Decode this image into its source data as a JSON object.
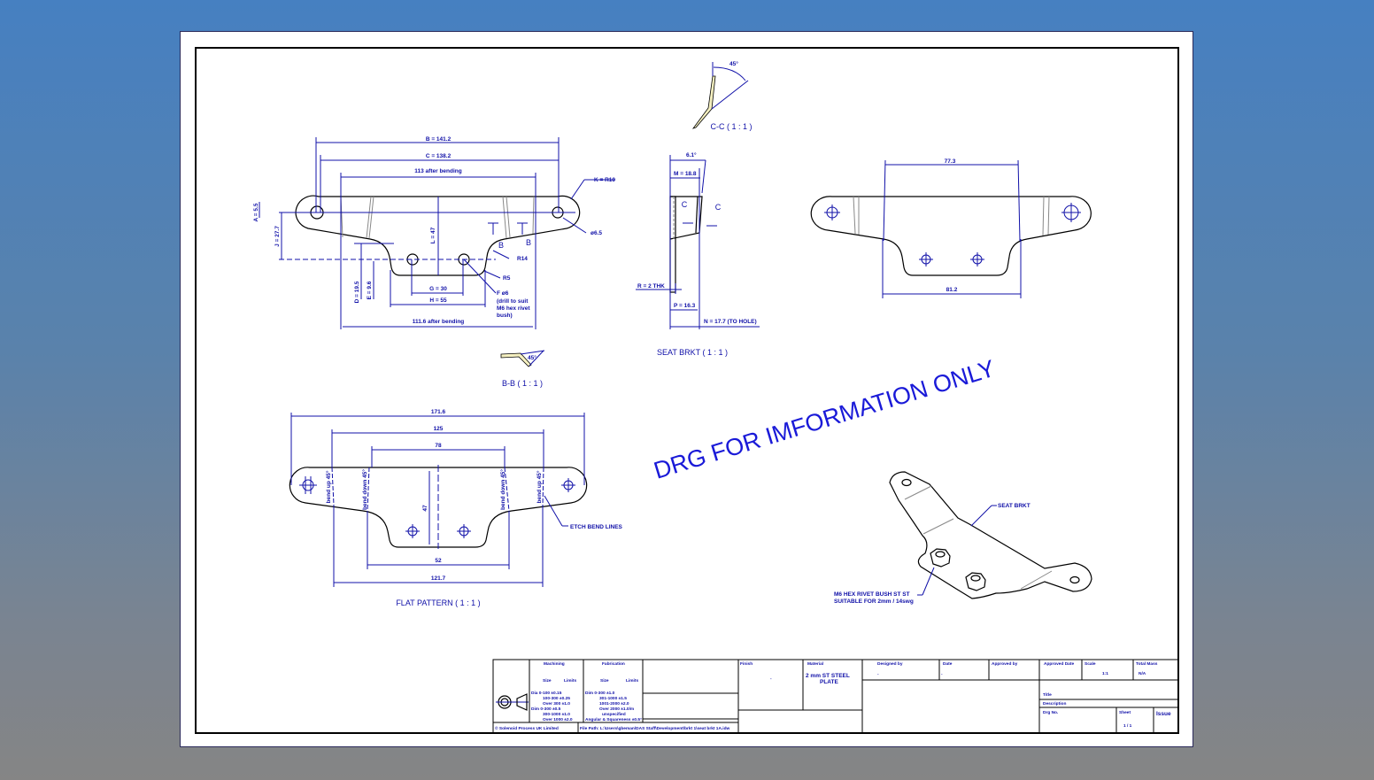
{
  "watermark": "DRG FOR IMFORMATION ONLY",
  "front_view": {
    "dims": {
      "B": "B = 141.2",
      "C": "C = 138.2",
      "after_top": "113 after bending",
      "after_bottom": "111.6 after bending",
      "G": "G = 30",
      "H": "H = 55",
      "L": "L = 47",
      "A": "A = 5.5",
      "J": "J = 27.7",
      "D": "D = 19.5",
      "E": "E = 9.6",
      "K": "K = R10",
      "hole": "ø6.5",
      "R14": "R14",
      "R5": "R5"
    },
    "note": [
      "F ø6",
      "(drill to suit",
      "M6 hex rivet",
      "bush)"
    ],
    "section_marks": [
      "B",
      "B"
    ]
  },
  "section_bb": {
    "angle": "45°",
    "caption": "B-B ( 1 : 1 )"
  },
  "section_cc": {
    "angle": "45°",
    "caption": "C-C ( 1 : 1 )"
  },
  "side_view": {
    "angle": "6.1°",
    "M": "M = 18.8",
    "R": "R = 2 THK",
    "P": "P = 16.3",
    "N": "N = 17.7 (TO HOLE)",
    "marks": [
      "C",
      "C"
    ],
    "caption": "SEAT BRKT ( 1 : 1 )"
  },
  "right_view": {
    "top": "77.3",
    "bottom": "81.2"
  },
  "flat_pattern": {
    "d1": "171.6",
    "d2": "125",
    "d3": "78",
    "d4": "52",
    "d5": "121.7",
    "height": "47",
    "bends": [
      "bend up 45°",
      "bend down 45°",
      "bend down 45°",
      "bend up 45°"
    ],
    "etch": "ETCH BEND LINES",
    "caption": "FLAT PATTERN ( 1 : 1 )"
  },
  "iso_view": {
    "label1": "SEAT BRKT",
    "label2": "M6 HEX RIVET BUSH   ST ST",
    "label3": "SUITABLE FOR 2mm / 14swg"
  },
  "title_block": {
    "machining": {
      "title": "Machining",
      "size": "Size",
      "limits": "Limits",
      "rows": [
        "Dia  0-100     ±0.15",
        "100-300   ±0.25",
        "Over 300  ±1.0",
        "Dim  0-300   ±0.5",
        "300-1000  ±1.0",
        "Over 1000 ±2.0"
      ]
    },
    "fabrication": {
      "title": "Fabrication",
      "size": "Size",
      "limits": "Limits",
      "rows": [
        "Dim  0-300    ±1.0",
        "301-1000   ±1.5",
        "1001-2000  ±2.0",
        "Over 2000  ±1.0/m",
        "unspecified",
        "Angular & Squareness ±0.5°"
      ]
    },
    "copyright": "© Solenoid Process UK Limited",
    "file_path": "File Path: L:\\Users\\gbeman\\DAS Staff\\Development\\brkt 1\\seat brkt 1A.idw",
    "finish_label": "Finish",
    "finish_value": "-",
    "material_label": "Material",
    "material_value1": "2 mm ST STEEL",
    "material_value2": "PLATE",
    "designed_by_label": "Designed by",
    "designed_by_value": "-",
    "date_label": "Date",
    "date_value": "-",
    "approved_by_label": "Approved by",
    "approved_date_label": "Approved Date",
    "scale_label": "Scale",
    "scale_value": "1:1",
    "mass_label": "Total Mass",
    "mass_value": "N/A",
    "title_label": "Title",
    "description_label": "Description",
    "drg_no_label": "Drg No.",
    "sheet_label": "Sheet",
    "sheet_value": "1  /  1",
    "issue_label": "Issue"
  }
}
